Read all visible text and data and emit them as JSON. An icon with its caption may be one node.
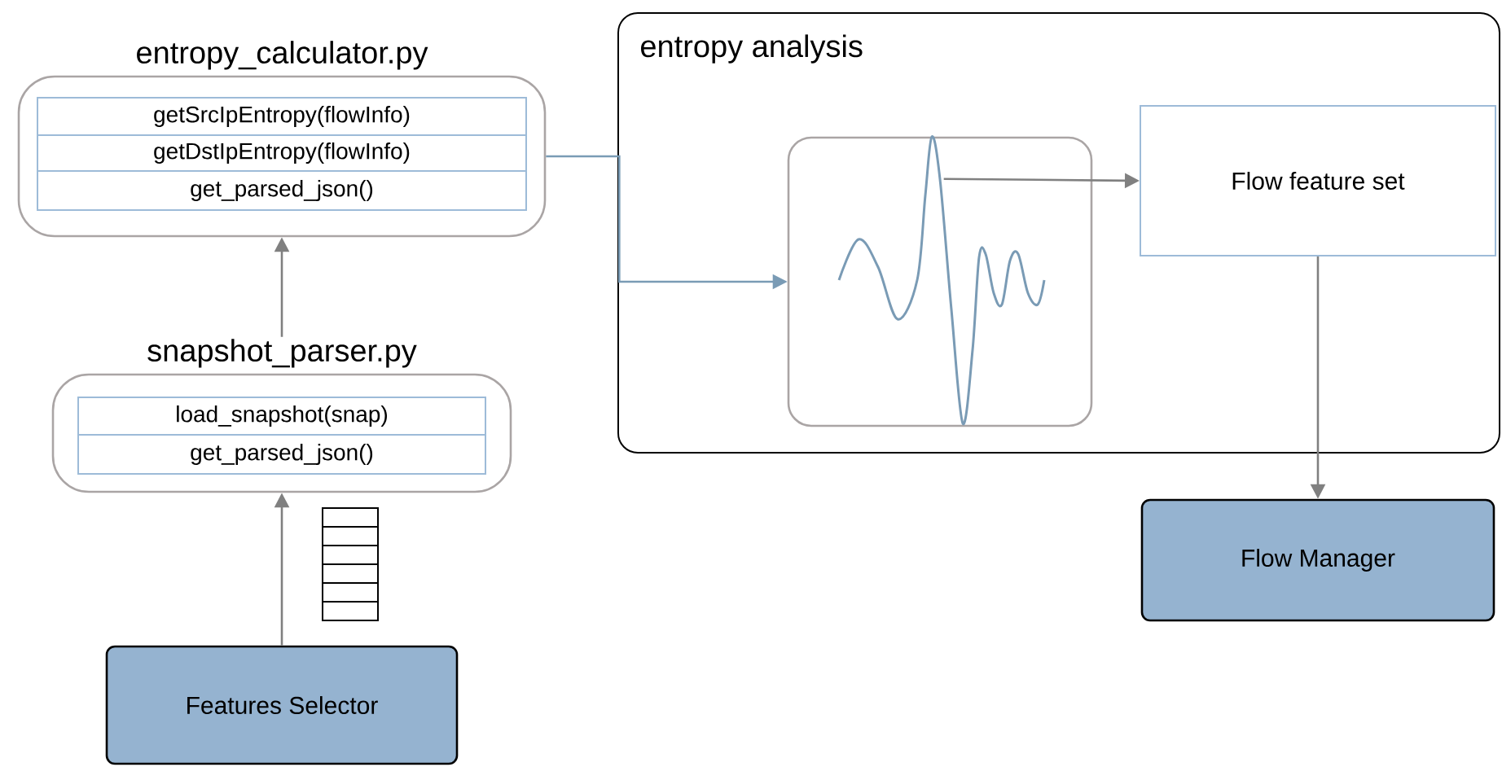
{
  "diagram": {
    "nodes": [
      {
        "text": [
          "entropy_calculator.py"
        ]
      },
      {
        "text": [
          "getSrcIpEntropy(flowInfo)"
        ],
        "in": 0
      },
      {
        "text": [
          "getDstIpEntropy(flowInfo)"
        ],
        "in": 0
      },
      {
        "text": [
          "get_parsed_json()"
        ],
        "in": 0
      },
      {
        "text": [
          "snapshot_parser.py"
        ]
      },
      {
        "text": [
          "load_snapshot(snap)"
        ],
        "in": 4
      },
      {
        "text": [
          "get_parsed_json()"
        ],
        "in": 4
      },
      {
        "text": [
          "Features Selector"
        ]
      },
      {
        "text": [
          "entropy analysis"
        ]
      },
      {
        "text": [],
        "shape": "box",
        "in": 8
      },
      {
        "text": [
          "Flow feature set"
        ],
        "in": 8
      },
      {
        "text": [
          "Flow Manager"
        ]
      }
    ],
    "edges": [
      {
        "from": 7,
        "to": 4,
        "arrow": "to"
      },
      {
        "from": 4,
        "to": 0,
        "arrow": "to"
      },
      {
        "from": 0,
        "to": 9,
        "arrow": "to",
        "color": "#7a9bb5"
      },
      {
        "from": 9,
        "to": 10,
        "arrow": "to"
      },
      {
        "from": 10,
        "to": 11,
        "arrow": "to"
      }
    ]
  }
}
